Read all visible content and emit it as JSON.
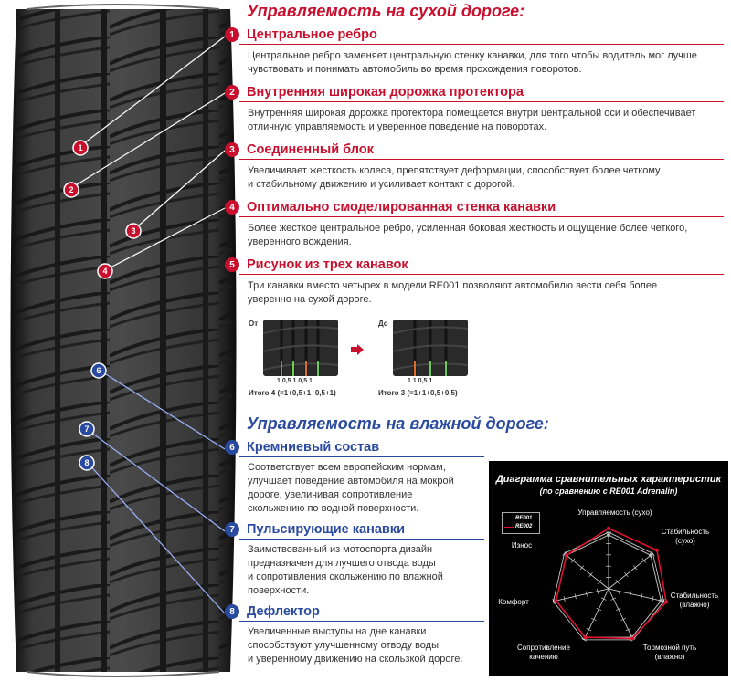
{
  "dry": {
    "heading": "Управляемость на сухой дороге:",
    "items": [
      {
        "num": "1",
        "title": "Центральное ребро",
        "text": [
          "Центральное ребро заменяет центральную стенку канавки, для того чтобы водитель мог лучше",
          "чувствовать и понимать автомобиль во время прохождения поворотов."
        ]
      },
      {
        "num": "2",
        "title": "Внутренняя широкая дорожка протектора",
        "text": [
          "Внутренняя широкая дорожка протектора помещается внутри центральной оси и обеспечивает",
          "отличную управляемость и уверенное поведение на поворотах."
        ]
      },
      {
        "num": "3",
        "title": "Соединенный блок",
        "text": [
          "Увеличивает жесткость колеса, препятствует деформации, способствует более четкому",
          "и стабильному движению и усиливает контакт с дорогой."
        ]
      },
      {
        "num": "4",
        "title": "Оптимально смоделированная стенка канавки",
        "text": [
          "Более жесткое центральное ребро, усиленная боковая жесткость и ощущение более четкого,",
          "уверенного вождения."
        ]
      },
      {
        "num": "5",
        "title": "Рисунок из трех канавок",
        "text": [
          "Три канавки вместо четырех в модели RE001 позволяют автомобилю вести себя более",
          "уверенно на сухой дороге."
        ]
      }
    ]
  },
  "comparison": {
    "from_label": "От",
    "to_label": "До",
    "from_scale": "1  0,5 1 0,5   1",
    "to_scale": "1    1  0,5   1",
    "from_total": "Итого 4 (=1+0,5+1+0,5+1)",
    "to_total": "Итого 3 (=1+1+0,5+0,5)"
  },
  "wet": {
    "heading": "Управляемость на влажной дороге:",
    "items": [
      {
        "num": "6",
        "title": "Кремниевый состав",
        "text": [
          "Соответствует всем европейским нормам,",
          "улучшает поведение автомобиля на мокрой",
          "дороге, увеличивая сопротивление",
          "скольжению по водной поверхности."
        ]
      },
      {
        "num": "7",
        "title": "Пульсирующие канавки",
        "text": [
          "Заимствованный из мотоспорта дизайн",
          "предназначен для лучшего отвода воды",
          "и сопротивления скольжению по влажной",
          "поверхности."
        ]
      },
      {
        "num": "8",
        "title": "Дефлектор",
        "text": [
          "Увеличенные выступы на дне канавки",
          "способствуют улучшенному отводу воды",
          "и уверенному движению на скользкой дороге."
        ]
      }
    ]
  },
  "chart_data": {
    "type": "radar",
    "title": "Диаграмма сравнительных характеристик",
    "subtitle": "(по сравнению с RE001 Adrenalin)",
    "legend": [
      "RE001",
      "RE002"
    ],
    "axes": [
      "Управляемость (сухо)",
      "Стабильность (сухо)",
      "Стабильность (влажно)",
      "Тормозной путь (влажно)",
      "Сопротивление качению",
      "Комфорт",
      "Износ"
    ],
    "series": [
      {
        "name": "RE001",
        "values": [
          0.8,
          0.8,
          0.8,
          0.8,
          0.8,
          0.8,
          0.8
        ],
        "color": "#bbbbbb"
      },
      {
        "name": "RE002",
        "values": [
          0.9,
          0.92,
          0.88,
          0.82,
          0.8,
          0.8,
          0.8
        ],
        "color": "#e0102e"
      }
    ]
  },
  "colors": {
    "red": "#c8102e",
    "blue": "#2a4aa0"
  }
}
